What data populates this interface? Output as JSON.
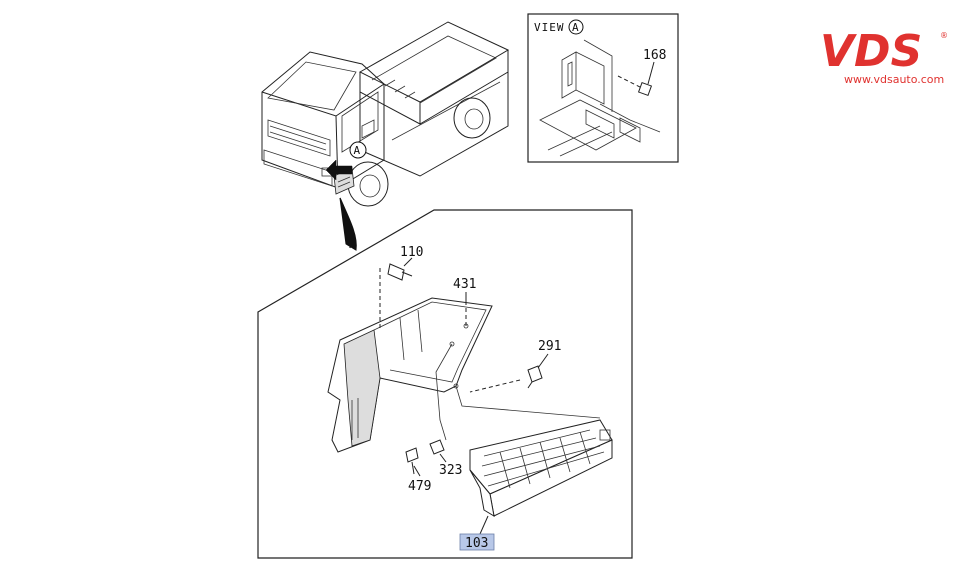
{
  "logo": {
    "brand": "VDS",
    "registered": "®",
    "url": "www.vdsauto.com",
    "color": "#e0322f"
  },
  "view_label": {
    "prefix": "VIEW",
    "letter": "A"
  },
  "marker_letter": "A",
  "callouts": {
    "p168": "168",
    "p110": "110",
    "p431": "431",
    "p291": "291",
    "p323": "323",
    "p479": "479",
    "p103": "103"
  },
  "highlight_color": "#b8c8e8"
}
